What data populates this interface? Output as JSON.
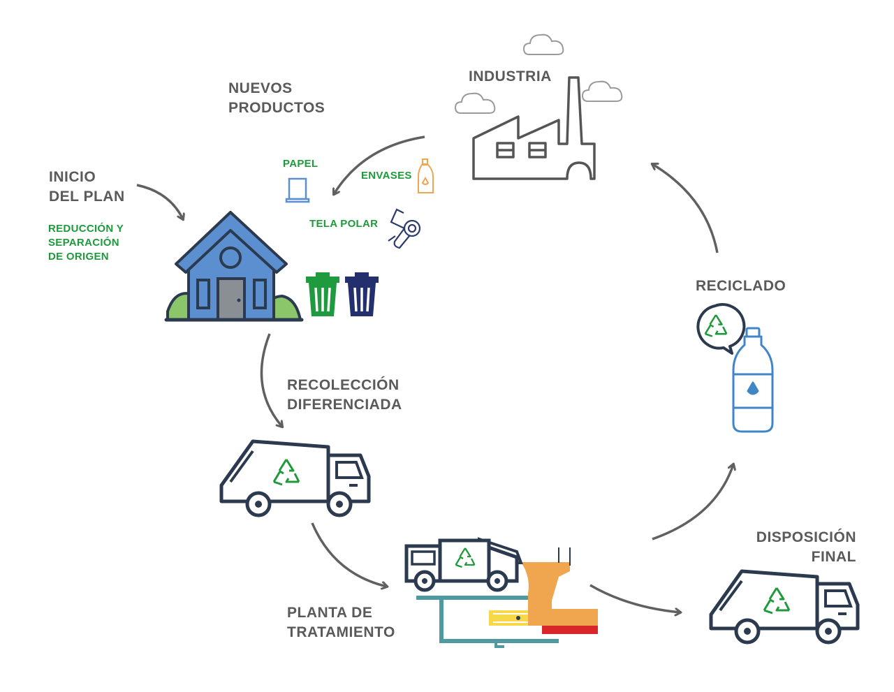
{
  "colors": {
    "arrow": "#606060",
    "navy": "#2c3a4f",
    "blue": "#5b8fd0",
    "green": "#1e9a3c",
    "bin_green": "#1f9a3e",
    "bin_navy": "#24306e",
    "orange": "#f0a64e",
    "yellow": "#f7d848",
    "red": "#d8262b",
    "teal": "#4f9aa0",
    "cloud": "#9a9a9a",
    "industry": "#555555"
  },
  "icons": [
    "cloud-icon",
    "factory-icon",
    "house-icon",
    "trash-bin-icon",
    "paper-icon",
    "bottle-icon",
    "fabric-roll-icon",
    "truck-icon",
    "recycle-icon",
    "plant-icon",
    "water-bottle-icon"
  ],
  "labels": {
    "industria": "INDUSTRIA",
    "nuevos_productos": [
      "NUEVOS",
      "PRODUCTOS"
    ],
    "inicio_del_plan": [
      "INICIO",
      "DEL PLAN"
    ],
    "reduccion": [
      "REDUCCIÓN Y",
      "SEPARACIÓN",
      "DE ORIGEN"
    ],
    "papel": "PAPEL",
    "envases": "ENVASES",
    "tela_polar": "TELA POLAR",
    "reciclado": "RECICLADO",
    "recoleccion": [
      "RECOLECCIÓN",
      "DIFERENCIADA"
    ],
    "planta": [
      "PLANTA DE",
      "TRATAMIENTO"
    ],
    "disposicion": [
      "DISPOSICIÓN",
      "FINAL"
    ]
  }
}
